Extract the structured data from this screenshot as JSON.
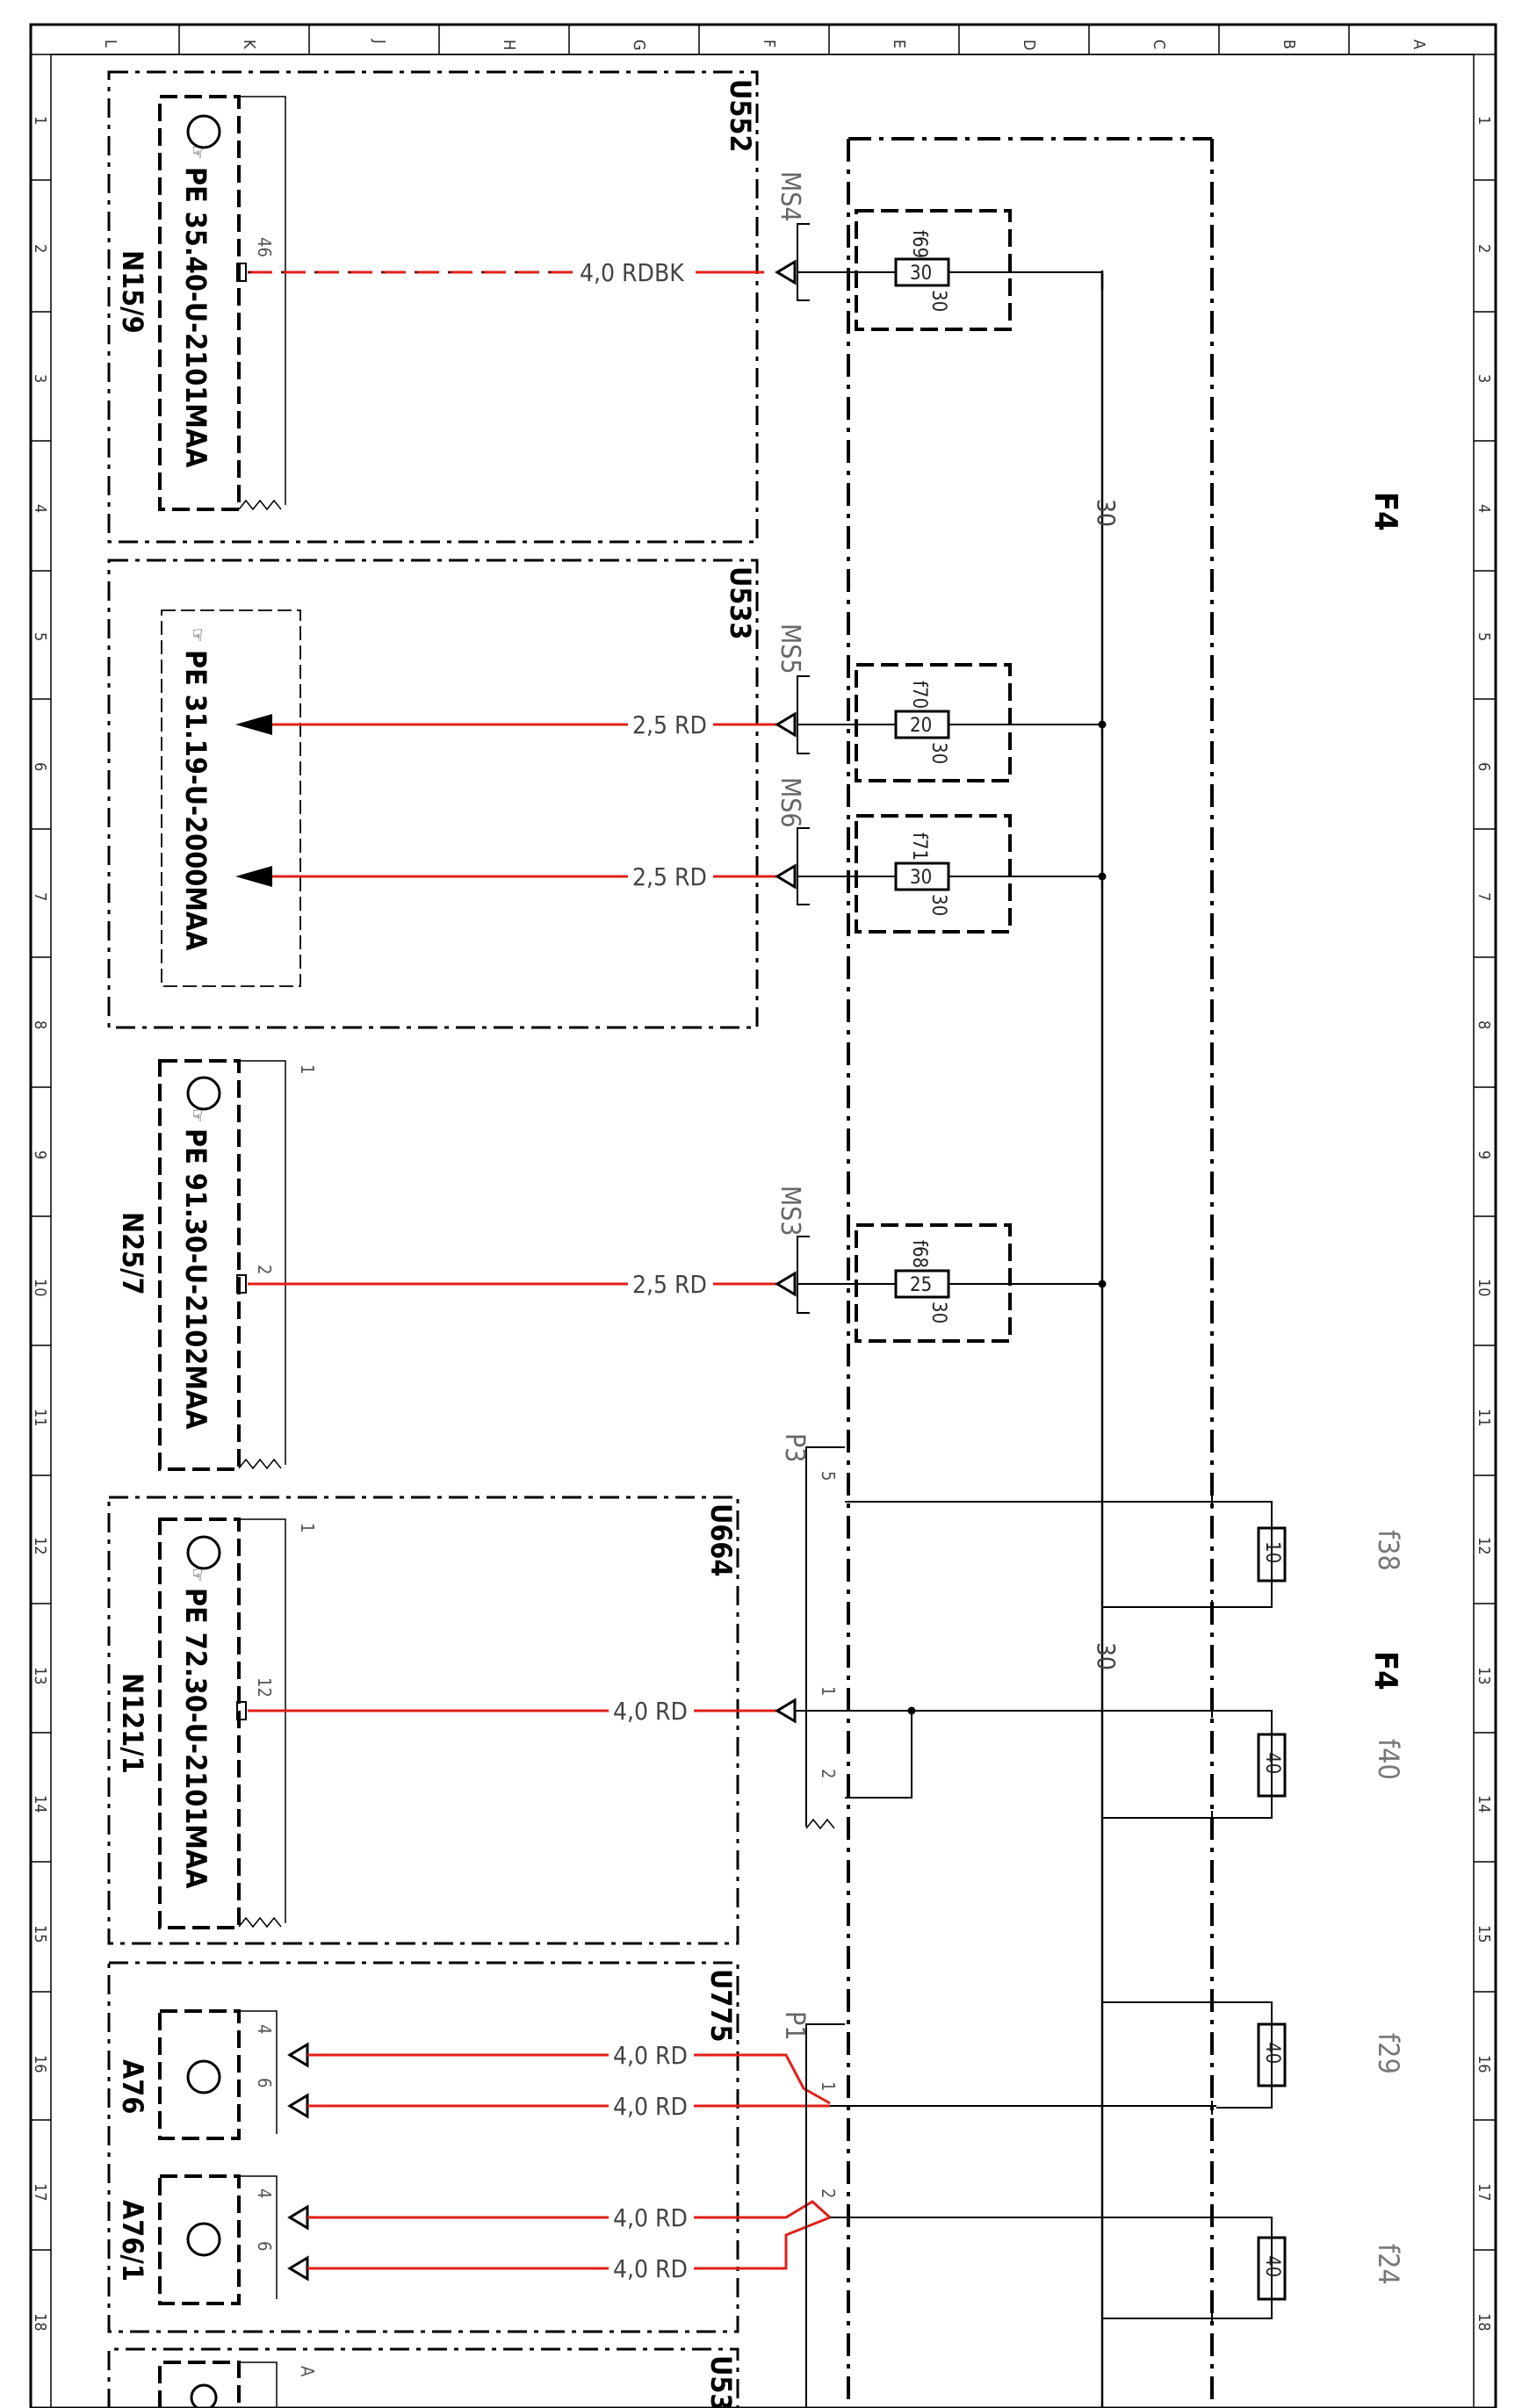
{
  "frame": {
    "columns": [
      "L",
      "K",
      "J",
      "H",
      "G",
      "F",
      "E",
      "D",
      "C",
      "B",
      "A"
    ],
    "rows": [
      "1",
      "2",
      "3",
      "4",
      "5",
      "6",
      "7",
      "8",
      "9",
      "10",
      "11",
      "12",
      "13",
      "14",
      "15",
      "16",
      "17",
      "18"
    ]
  },
  "sheet_refs": [
    "F4",
    "F4"
  ],
  "bus_label": "30",
  "modules": [
    {
      "id": "U552"
    },
    {
      "id": "U533"
    },
    {
      "id": "U664"
    },
    {
      "id": "U775"
    },
    {
      "id": "U53"
    }
  ],
  "components": [
    {
      "ref": "PE 35.40-U-2101MAA",
      "tag": "N15/9"
    },
    {
      "ref": "PE 31.19-U-2000MAA",
      "tag": ""
    },
    {
      "ref": "PE 91.30-U-2102MAA",
      "tag": "N25/7"
    },
    {
      "ref": "PE 72.30-U-2101MAA",
      "tag": "N121/1"
    },
    {
      "ref": "",
      "tag": "A76"
    },
    {
      "ref": "",
      "tag": "A76/1"
    }
  ],
  "connectors": [
    "MS4",
    "MS5",
    "MS6",
    "MS3",
    "P3",
    "P1"
  ],
  "fuses_top": [
    {
      "id": "f69",
      "rating": "30",
      "rated": "30"
    },
    {
      "id": "f70",
      "rating": "20",
      "rated": "30"
    },
    {
      "id": "f71",
      "rating": "30",
      "rated": "30"
    },
    {
      "id": "f68",
      "rating": "25",
      "rated": "30"
    }
  ],
  "fuses_side": [
    {
      "id": "f38",
      "rating": "10"
    },
    {
      "id": "f40",
      "rating": "40"
    },
    {
      "id": "f29",
      "rating": "40"
    },
    {
      "id": "f24",
      "rating": "40"
    }
  ],
  "wires": [
    {
      "label": "4,0 RDBK"
    },
    {
      "label": "2,5 RD"
    },
    {
      "label": "2,5 RD"
    },
    {
      "label": "2,5 RD"
    },
    {
      "label": "4,0 RD"
    },
    {
      "label": "4,0 RD"
    },
    {
      "label": "4,0 RD"
    },
    {
      "label": "4,0 RD"
    },
    {
      "label": "4,0 RD"
    }
  ],
  "pins": [
    "46",
    "1",
    "2",
    "1",
    "12",
    "5",
    "1",
    "2",
    "4",
    "6",
    "4",
    "6",
    "1",
    "2",
    "A"
  ]
}
